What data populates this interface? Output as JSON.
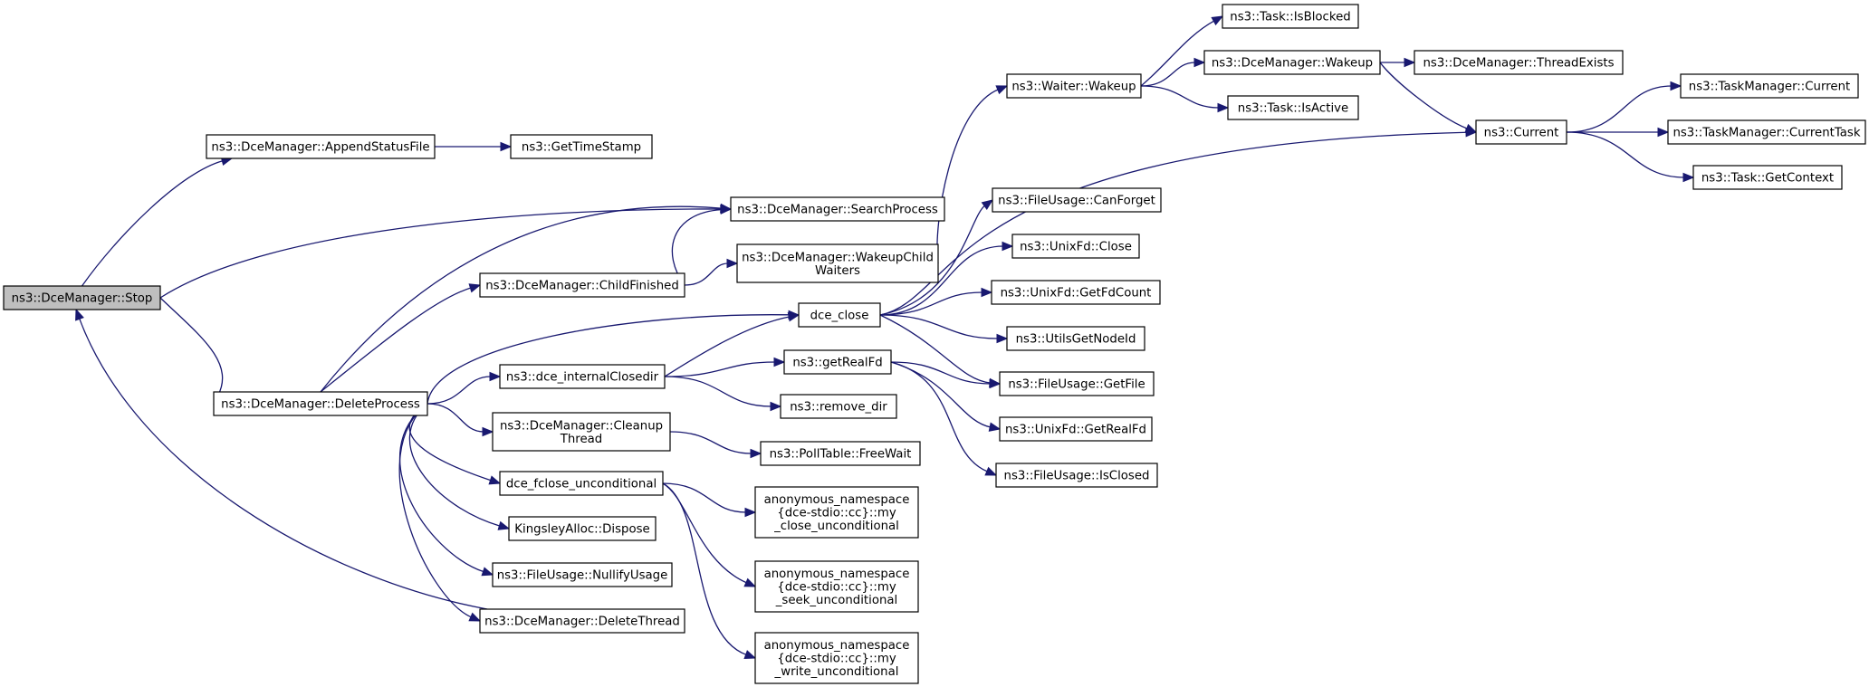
{
  "nodes": {
    "stop": {
      "lines": [
        "ns3::DceManager::Stop"
      ]
    },
    "append": {
      "lines": [
        "ns3::DceManager::AppendStatusFile"
      ]
    },
    "timestamp": {
      "lines": [
        "ns3::GetTimeStamp"
      ]
    },
    "search": {
      "lines": [
        "ns3::DceManager::SearchProcess"
      ]
    },
    "delproc": {
      "lines": [
        "ns3::DceManager::DeleteProcess"
      ]
    },
    "childfin": {
      "lines": [
        "ns3::DceManager::ChildFinished"
      ]
    },
    "wakeupchild": {
      "lines": [
        "ns3::DceManager::WakeupChild",
        "Waiters"
      ]
    },
    "waiterwake": {
      "lines": [
        "ns3::Waiter::Wakeup"
      ]
    },
    "isblocked": {
      "lines": [
        "ns3::Task::IsBlocked"
      ]
    },
    "mgrwake": {
      "lines": [
        "ns3::DceManager::Wakeup"
      ]
    },
    "threadexists": {
      "lines": [
        "ns3::DceManager::ThreadExists"
      ]
    },
    "isactive": {
      "lines": [
        "ns3::Task::IsActive"
      ]
    },
    "current": {
      "lines": [
        "ns3::Current"
      ]
    },
    "tmcurrent": {
      "lines": [
        "ns3::TaskManager::Current"
      ]
    },
    "tmcurrenttask": {
      "lines": [
        "ns3::TaskManager::CurrentTask"
      ]
    },
    "getcontext": {
      "lines": [
        "ns3::Task::GetContext"
      ]
    },
    "canforget": {
      "lines": [
        "ns3::FileUsage::CanForget"
      ]
    },
    "unixclose": {
      "lines": [
        "ns3::UnixFd::Close"
      ]
    },
    "getfdcount": {
      "lines": [
        "ns3::UnixFd::GetFdCount"
      ]
    },
    "getnodeid": {
      "lines": [
        "ns3::UtilsGetNodeId"
      ]
    },
    "dceclose": {
      "lines": [
        "dce_close"
      ]
    },
    "internalclosedir": {
      "lines": [
        "ns3::dce_internalClosedir"
      ]
    },
    "getrealfd": {
      "lines": [
        "ns3::getRealFd"
      ]
    },
    "getfile": {
      "lines": [
        "ns3::FileUsage::GetFile"
      ]
    },
    "unixgetrealfd": {
      "lines": [
        "ns3::UnixFd::GetRealFd"
      ]
    },
    "isclosed": {
      "lines": [
        "ns3::FileUsage::IsClosed"
      ]
    },
    "removedir": {
      "lines": [
        "ns3::remove_dir"
      ]
    },
    "cleanup": {
      "lines": [
        "ns3::DceManager::Cleanup",
        "Thread"
      ]
    },
    "freewait": {
      "lines": [
        "ns3::PollTable::FreeWait"
      ]
    },
    "fcloseuncond": {
      "lines": [
        "dce_fclose_unconditional"
      ]
    },
    "myclose": {
      "lines": [
        "anonymous_namespace",
        "{dce-stdio::cc}::my",
        "_close_unconditional"
      ]
    },
    "myseek": {
      "lines": [
        "anonymous_namespace",
        "{dce-stdio::cc}::my",
        "_seek_unconditional"
      ]
    },
    "mywrite": {
      "lines": [
        "anonymous_namespace",
        "{dce-stdio::cc}::my",
        "_write_unconditional"
      ]
    },
    "kingsley": {
      "lines": [
        "KingsleyAlloc::Dispose"
      ]
    },
    "nullify": {
      "lines": [
        "ns3::FileUsage::NullifyUsage"
      ]
    },
    "delthread": {
      "lines": [
        "ns3::DceManager::DeleteThread"
      ]
    }
  },
  "edges": [
    [
      "stop",
      "append"
    ],
    [
      "stop",
      "search"
    ],
    [
      "stop",
      "delproc"
    ],
    [
      "append",
      "timestamp"
    ],
    [
      "delproc",
      "search"
    ],
    [
      "delproc",
      "childfin"
    ],
    [
      "delproc",
      "dceclose"
    ],
    [
      "delproc",
      "internalclosedir"
    ],
    [
      "delproc",
      "cleanup"
    ],
    [
      "delproc",
      "fcloseuncond"
    ],
    [
      "delproc",
      "kingsley"
    ],
    [
      "delproc",
      "nullify"
    ],
    [
      "delproc",
      "delthread"
    ],
    [
      "childfin",
      "search"
    ],
    [
      "childfin",
      "wakeupchild"
    ],
    [
      "wakeupchild",
      "waiterwake"
    ],
    [
      "waiterwake",
      "isblocked"
    ],
    [
      "waiterwake",
      "mgrwake"
    ],
    [
      "waiterwake",
      "isactive"
    ],
    [
      "mgrwake",
      "threadexists"
    ],
    [
      "mgrwake",
      "current"
    ],
    [
      "current",
      "tmcurrent"
    ],
    [
      "current",
      "tmcurrenttask"
    ],
    [
      "current",
      "getcontext"
    ],
    [
      "dceclose",
      "current"
    ],
    [
      "dceclose",
      "canforget"
    ],
    [
      "dceclose",
      "unixclose"
    ],
    [
      "dceclose",
      "getfdcount"
    ],
    [
      "dceclose",
      "getnodeid"
    ],
    [
      "dceclose",
      "getfile"
    ],
    [
      "internalclosedir",
      "dceclose"
    ],
    [
      "internalclosedir",
      "getrealfd"
    ],
    [
      "internalclosedir",
      "removedir"
    ],
    [
      "getrealfd",
      "getfile"
    ],
    [
      "getrealfd",
      "unixgetrealfd"
    ],
    [
      "getrealfd",
      "isclosed"
    ],
    [
      "cleanup",
      "freewait"
    ],
    [
      "fcloseuncond",
      "myclose"
    ],
    [
      "fcloseuncond",
      "myseek"
    ],
    [
      "fcloseuncond",
      "mywrite"
    ],
    [
      "delthread",
      "stop"
    ]
  ],
  "colors": {
    "edge": "#191970",
    "root_fill": "#bfbfbf",
    "node_fill": "#ffffff",
    "node_border": "#000000"
  }
}
